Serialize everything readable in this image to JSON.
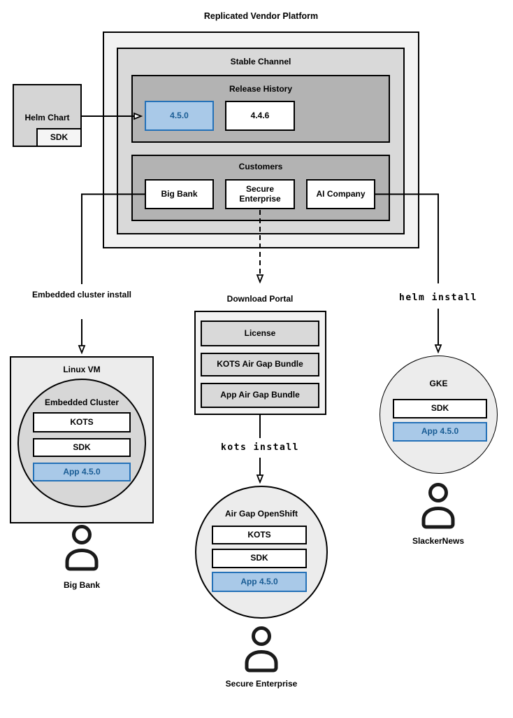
{
  "title": "Replicated Vendor Platform",
  "platform": {
    "stable_channel": "Stable Channel",
    "release_history": "Release History",
    "releases": [
      "4.5.0",
      "4.4.6"
    ],
    "customers_title": "Customers",
    "customers": [
      "Big Bank",
      "Secure Enterprise",
      "AI Company"
    ]
  },
  "helm_chart": {
    "label": "Helm Chart",
    "sdk": "SDK"
  },
  "left_flow": {
    "label": "Embedded cluster install"
  },
  "middle_flow": {
    "portal_title": "Download Portal",
    "portal_items": [
      "License",
      "KOTS Air Gap Bundle",
      "App Air Gap Bundle"
    ],
    "command": "kots install"
  },
  "right_flow": {
    "command": "helm install"
  },
  "linux_vm": {
    "title": "Linux VM",
    "cluster": "Embedded Cluster",
    "components": [
      "KOTS",
      "SDK"
    ],
    "app": "App 4.5.0",
    "user": "Big Bank"
  },
  "openshift": {
    "title": "Air Gap OpenShift",
    "components": [
      "KOTS",
      "SDK"
    ],
    "app": "App 4.5.0",
    "user": "Secure Enterprise"
  },
  "gke": {
    "title": "GKE",
    "components": [
      "SDK"
    ],
    "app": "App 4.5.0",
    "user": "SlackerNews"
  },
  "colors": {
    "highlight_fill": "#a9c9e8",
    "highlight_border": "#2471b8",
    "highlight_text": "#195c94",
    "outer_box": "#f2f2f2",
    "channel_box": "#d9d9d9",
    "inner_box": "#b3b3b3",
    "line": "#000000"
  }
}
